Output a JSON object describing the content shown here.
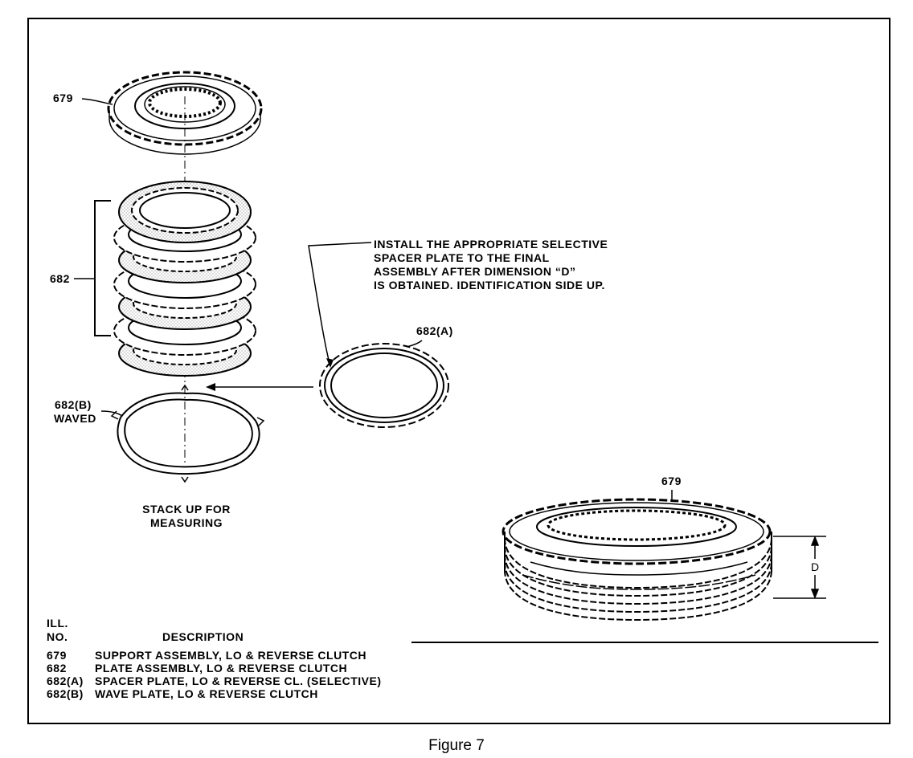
{
  "labels": {
    "support_top": "679",
    "plate_stack": "682",
    "spacer": "682(A)",
    "wave_line1": "682(B)",
    "wave_line2": "WAVED",
    "support_right": "679",
    "dimension": "D"
  },
  "note_lines": [
    "INSTALL THE APPROPRIATE SELECTIVE",
    "SPACER PLATE TO THE FINAL",
    "ASSEMBLY AFTER DIMENSION “D”",
    "IS OBTAINED. IDENTIFICATION SIDE UP."
  ],
  "caption_lines": [
    "STACK UP FOR",
    "MEASURING"
  ],
  "legend": {
    "header_ill": "ILL.",
    "header_no": "NO.",
    "header_desc": "DESCRIPTION",
    "rows": [
      {
        "no": "679",
        "desc": "SUPPORT ASSEMBLY, LO & REVERSE CLUTCH"
      },
      {
        "no": "682",
        "desc": "PLATE ASSEMBLY, LO & REVERSE CLUTCH"
      },
      {
        "no": "682(A)",
        "desc": "SPACER PLATE, LO & REVERSE CL. (SELECTIVE)"
      },
      {
        "no": "682(B)",
        "desc": "WAVE PLATE, LO & REVERSE CLUTCH"
      }
    ]
  },
  "figure_caption": "Figure 7"
}
